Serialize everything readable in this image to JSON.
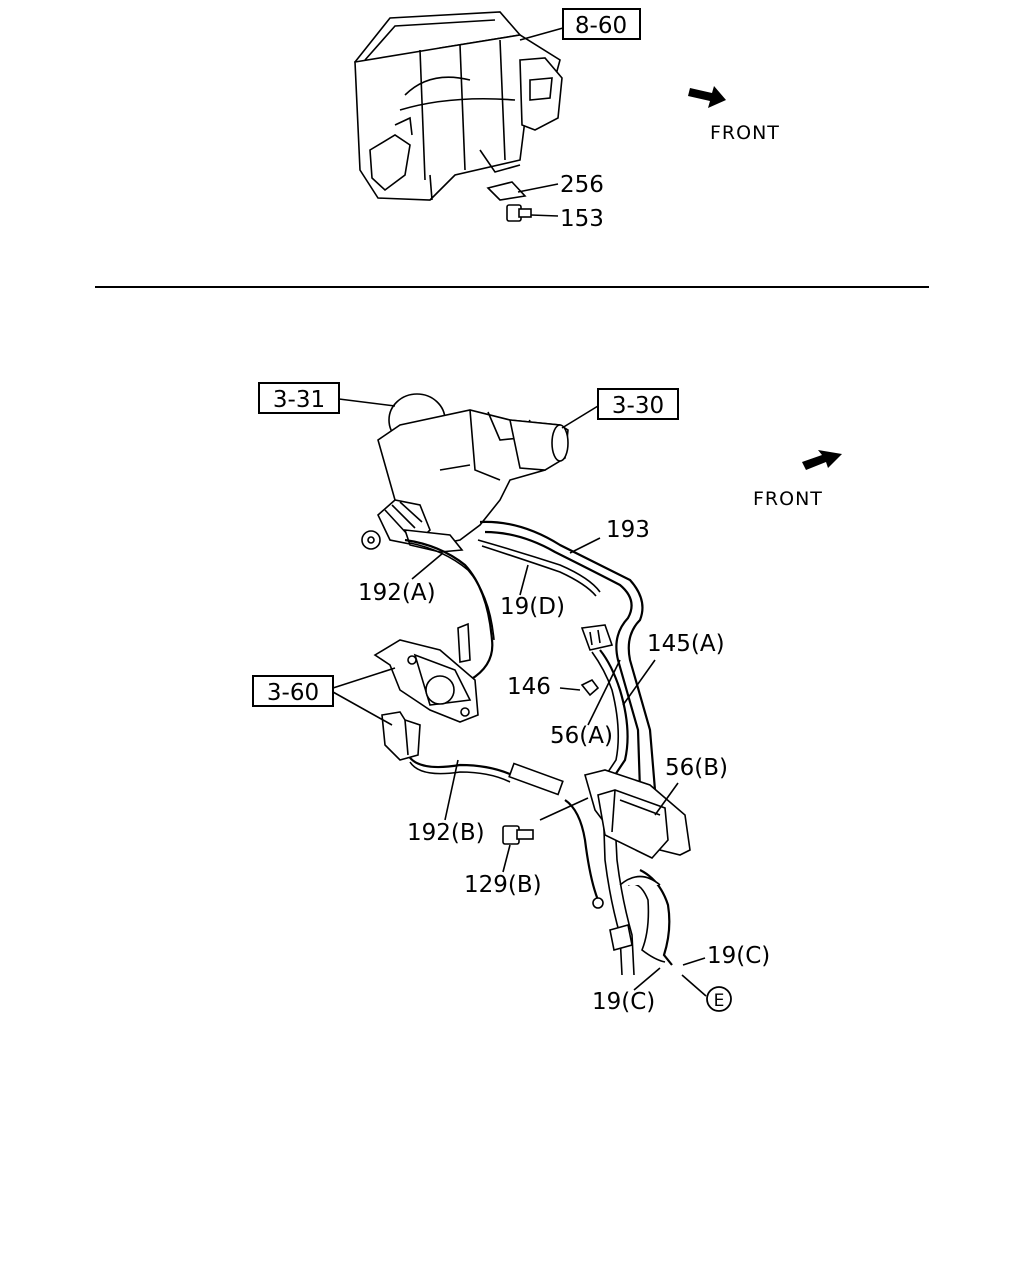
{
  "top_section": {
    "ref_box": "8-60",
    "front_label": "FRONT",
    "callouts": [
      "256",
      "153"
    ]
  },
  "bottom_section": {
    "ref_boxes": [
      "3-31",
      "3-30",
      "3-60"
    ],
    "front_label": "FRONT",
    "callouts": {
      "c193": "193",
      "c192a": "192(A)",
      "c19d": "19(D)",
      "c145a": "145(A)",
      "c146": "146",
      "c56a": "56(A)",
      "c56b": "56(B)",
      "c192b": "192(B)",
      "c129b": "129(B)",
      "c19c_right": "19(C)",
      "c19c_bottom": "19(C)",
      "circle_e": "E"
    }
  }
}
